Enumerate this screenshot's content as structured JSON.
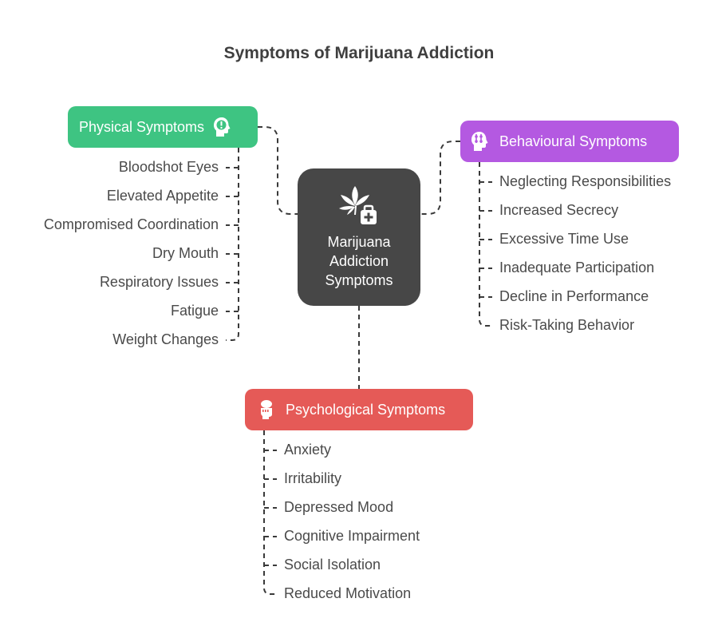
{
  "title": "Symptoms of Marijuana Addiction",
  "center": {
    "label_lines": [
      "Marijuana",
      "Addiction",
      "Symptoms"
    ],
    "icon": "cannabis-leaf-medical-kit-icon",
    "color": "#474747"
  },
  "branches": {
    "physical": {
      "label": "Physical Symptoms",
      "icon": "head-exclamation-icon",
      "color": "#3ec482",
      "items": [
        "Bloodshot Eyes",
        "Elevated Appetite",
        "Compromised Coordination",
        "Dry Mouth",
        "Respiratory Issues",
        "Fatigue",
        "Weight Changes"
      ]
    },
    "behavioural": {
      "label": "Behavioural Symptoms",
      "icon": "head-arrows-icon",
      "color": "#b459e1",
      "items": [
        "Neglecting Responsibilities",
        "Increased Secrecy",
        "Excessive Time Use",
        "Inadequate Participation",
        "Decline in Performance",
        "Risk-Taking Behavior"
      ]
    },
    "psychological": {
      "label": "Psychological Symptoms",
      "icon": "head-brain-icon",
      "color": "#e55a57",
      "items": [
        "Anxiety",
        "Irritability",
        "Depressed Mood",
        "Cognitive Impairment",
        "Social Isolation",
        "Reduced Motivation"
      ]
    }
  }
}
